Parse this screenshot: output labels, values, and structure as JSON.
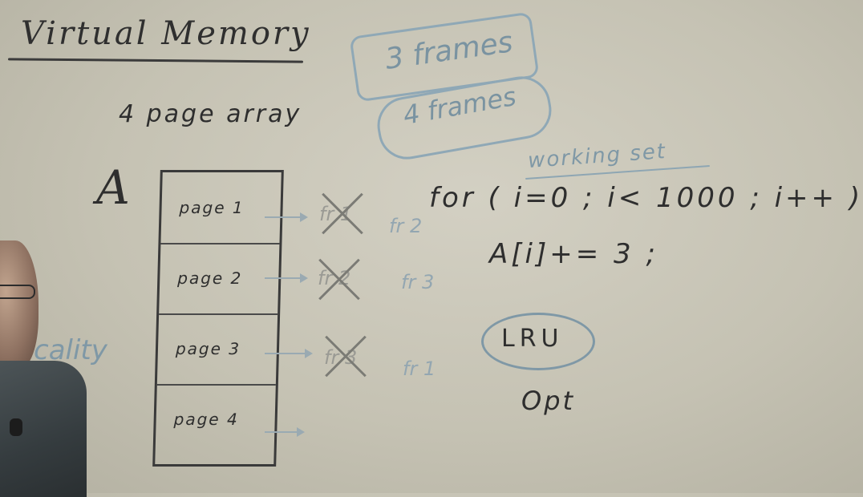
{
  "board": {
    "title": "Virtual Memory",
    "subtitle": "4 page array",
    "array_label": "A",
    "frames_note_1": "3 frames",
    "frames_note_2": "4 frames",
    "working_set": "working set",
    "code_line_1": "for ( i=0 ; i< 1000 ; i++ )",
    "code_line_2": "A[i]+= 3 ;",
    "policy_lru": "LRU",
    "policy_opt": "Opt",
    "side_word": "cality",
    "pages": [
      {
        "label": "page 1",
        "old_frame": "fr 1",
        "new_frame": "fr 2"
      },
      {
        "label": "page 2",
        "old_frame": "fr 2",
        "new_frame": "fr 3"
      },
      {
        "label": "page 3",
        "old_frame": "fr 3",
        "new_frame": "fr 1"
      },
      {
        "label": "page 4",
        "old_frame": "",
        "new_frame": ""
      }
    ],
    "colors": {
      "board": "#c9c6b8",
      "marker_dark": "#2e2e2e",
      "marker_blue": "#7f98a6"
    }
  }
}
